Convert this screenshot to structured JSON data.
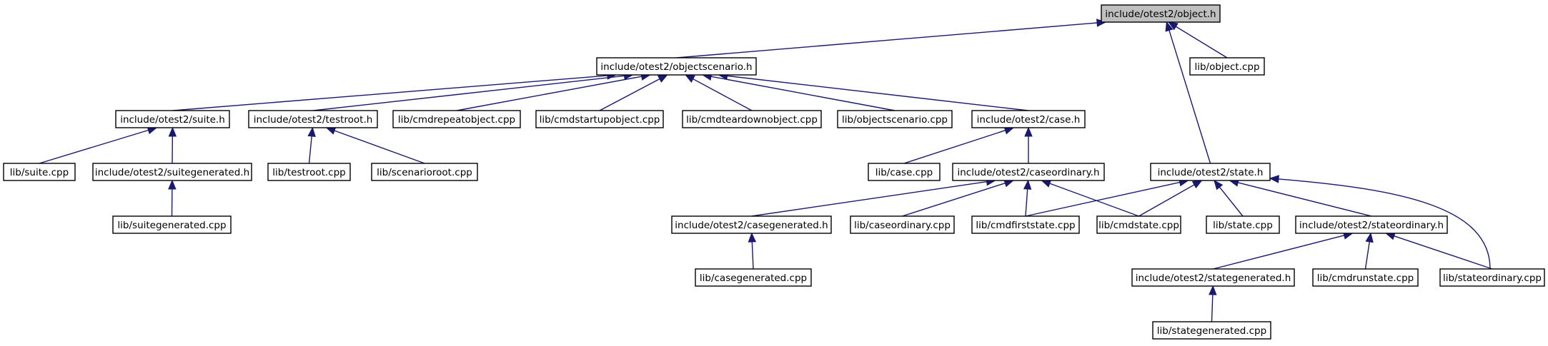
{
  "graph": {
    "root_id": "object_h",
    "colors": {
      "edge": "#191970",
      "root_fill": "#bfbfbf",
      "node_fill": "#ffffff",
      "border": "#000000"
    },
    "nodes": [
      {
        "id": "object_h",
        "label": "include/otest2/object.h"
      },
      {
        "id": "objectscenario_h",
        "label": "include/otest2/objectscenario.h"
      },
      {
        "id": "object_cpp",
        "label": "lib/object.cpp"
      },
      {
        "id": "suite_h",
        "label": "include/otest2/suite.h"
      },
      {
        "id": "testroot_h",
        "label": "include/otest2/testroot.h"
      },
      {
        "id": "cmdrepeatobject_cpp",
        "label": "lib/cmdrepeatobject.cpp"
      },
      {
        "id": "cmdstartupobject_cpp",
        "label": "lib/cmdstartupobject.cpp"
      },
      {
        "id": "cmdteardownobject_cpp",
        "label": "lib/cmdteardownobject.cpp"
      },
      {
        "id": "objectscenario_cpp",
        "label": "lib/objectscenario.cpp"
      },
      {
        "id": "case_h",
        "label": "include/otest2/case.h"
      },
      {
        "id": "suite_cpp",
        "label": "lib/suite.cpp"
      },
      {
        "id": "suitegenerated_h",
        "label": "include/otest2/suitegenerated.h"
      },
      {
        "id": "testroot_cpp",
        "label": "lib/testroot.cpp"
      },
      {
        "id": "scenarioroot_cpp",
        "label": "lib/scenarioroot.cpp"
      },
      {
        "id": "case_cpp",
        "label": "lib/case.cpp"
      },
      {
        "id": "caseordinary_h",
        "label": "include/otest2/caseordinary.h"
      },
      {
        "id": "state_h",
        "label": "include/otest2/state.h"
      },
      {
        "id": "suitegenerated_cpp",
        "label": "lib/suitegenerated.cpp"
      },
      {
        "id": "casegenerated_h",
        "label": "include/otest2/casegenerated.h"
      },
      {
        "id": "caseordinary_cpp",
        "label": "lib/caseordinary.cpp"
      },
      {
        "id": "cmdfirststate_cpp",
        "label": "lib/cmdfirststate.cpp"
      },
      {
        "id": "cmdstate_cpp",
        "label": "lib/cmdstate.cpp"
      },
      {
        "id": "state_cpp",
        "label": "lib/state.cpp"
      },
      {
        "id": "stateordinary_h",
        "label": "include/otest2/stateordinary.h"
      },
      {
        "id": "casegenerated_cpp",
        "label": "lib/casegenerated.cpp"
      },
      {
        "id": "stategenerated_h",
        "label": "include/otest2/stategenerated.h"
      },
      {
        "id": "cmdrunstate_cpp",
        "label": "lib/cmdrunstate.cpp"
      },
      {
        "id": "stateordinary_cpp",
        "label": "lib/stateordinary.cpp"
      },
      {
        "id": "stategenerated_cpp",
        "label": "lib/stategenerated.cpp"
      }
    ],
    "edges": [
      {
        "from": "objectscenario_h",
        "to": "object_h"
      },
      {
        "from": "object_cpp",
        "to": "object_h"
      },
      {
        "from": "state_h",
        "to": "object_h"
      },
      {
        "from": "suite_h",
        "to": "objectscenario_h"
      },
      {
        "from": "testroot_h",
        "to": "objectscenario_h"
      },
      {
        "from": "cmdrepeatobject_cpp",
        "to": "objectscenario_h"
      },
      {
        "from": "cmdstartupobject_cpp",
        "to": "objectscenario_h"
      },
      {
        "from": "cmdteardownobject_cpp",
        "to": "objectscenario_h"
      },
      {
        "from": "objectscenario_cpp",
        "to": "objectscenario_h"
      },
      {
        "from": "case_h",
        "to": "objectscenario_h"
      },
      {
        "from": "suite_cpp",
        "to": "suite_h"
      },
      {
        "from": "suitegenerated_h",
        "to": "suite_h"
      },
      {
        "from": "suitegenerated_cpp",
        "to": "suitegenerated_h"
      },
      {
        "from": "testroot_cpp",
        "to": "testroot_h"
      },
      {
        "from": "scenarioroot_cpp",
        "to": "testroot_h"
      },
      {
        "from": "case_cpp",
        "to": "case_h"
      },
      {
        "from": "caseordinary_h",
        "to": "case_h"
      },
      {
        "from": "casegenerated_h",
        "to": "caseordinary_h"
      },
      {
        "from": "caseordinary_cpp",
        "to": "caseordinary_h"
      },
      {
        "from": "cmdfirststate_cpp",
        "to": "caseordinary_h"
      },
      {
        "from": "cmdstate_cpp",
        "to": "caseordinary_h"
      },
      {
        "from": "casegenerated_cpp",
        "to": "casegenerated_h"
      },
      {
        "from": "cmdfirststate_cpp",
        "to": "state_h"
      },
      {
        "from": "cmdstate_cpp",
        "to": "state_h"
      },
      {
        "from": "state_cpp",
        "to": "state_h"
      },
      {
        "from": "stateordinary_h",
        "to": "state_h"
      },
      {
        "from": "stateordinary_cpp",
        "to": "state_h"
      },
      {
        "from": "stategenerated_h",
        "to": "stateordinary_h"
      },
      {
        "from": "cmdrunstate_cpp",
        "to": "stateordinary_h"
      },
      {
        "from": "stateordinary_cpp",
        "to": "stateordinary_h"
      },
      {
        "from": "stategenerated_cpp",
        "to": "stategenerated_h"
      }
    ]
  }
}
